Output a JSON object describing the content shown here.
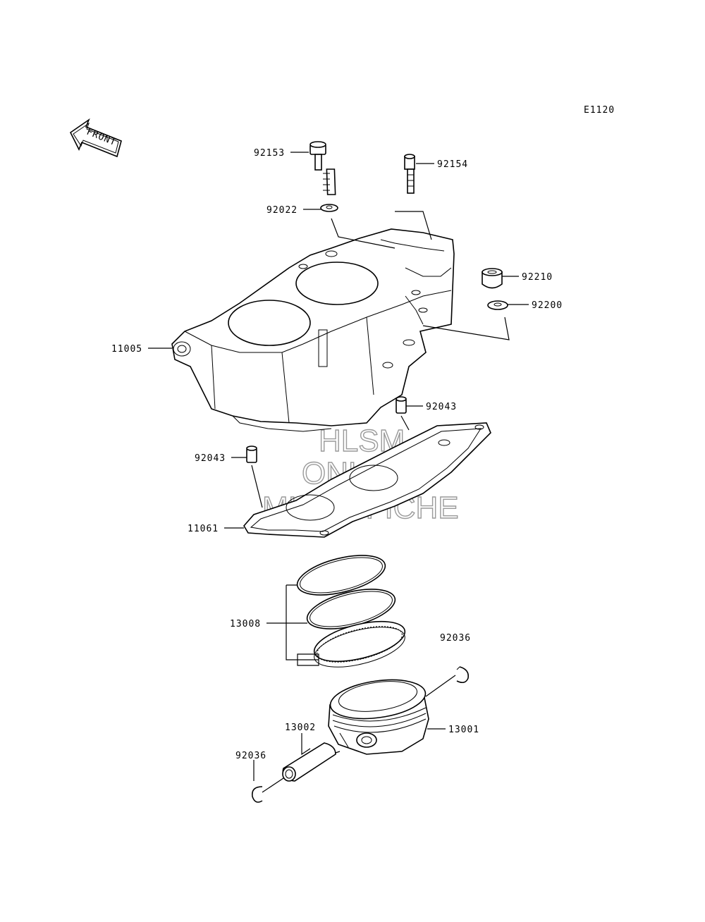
{
  "diagram": {
    "code": "E1120",
    "front_label": "FRONT",
    "watermark": [
      "HLSM",
      "ONLINE",
      "MICROFICHE"
    ],
    "callouts": [
      {
        "id": "92153",
        "part": "cylinder-bolt-long"
      },
      {
        "id": "92154",
        "part": "cylinder-bolt-short"
      },
      {
        "id": "92022",
        "part": "washer"
      },
      {
        "id": "92210",
        "part": "nut"
      },
      {
        "id": "92200",
        "part": "washer-small"
      },
      {
        "id": "11005",
        "part": "cylinder-block"
      },
      {
        "id": "92043",
        "part": "dowel-pin-right"
      },
      {
        "id": "92043",
        "part": "dowel-pin-left"
      },
      {
        "id": "11061",
        "part": "cylinder-base-gasket"
      },
      {
        "id": "13008",
        "part": "piston-ring-set"
      },
      {
        "id": "92036",
        "part": "snap-ring-right"
      },
      {
        "id": "13001",
        "part": "piston"
      },
      {
        "id": "13002",
        "part": "piston-pin"
      },
      {
        "id": "92036",
        "part": "snap-ring-left"
      }
    ]
  }
}
